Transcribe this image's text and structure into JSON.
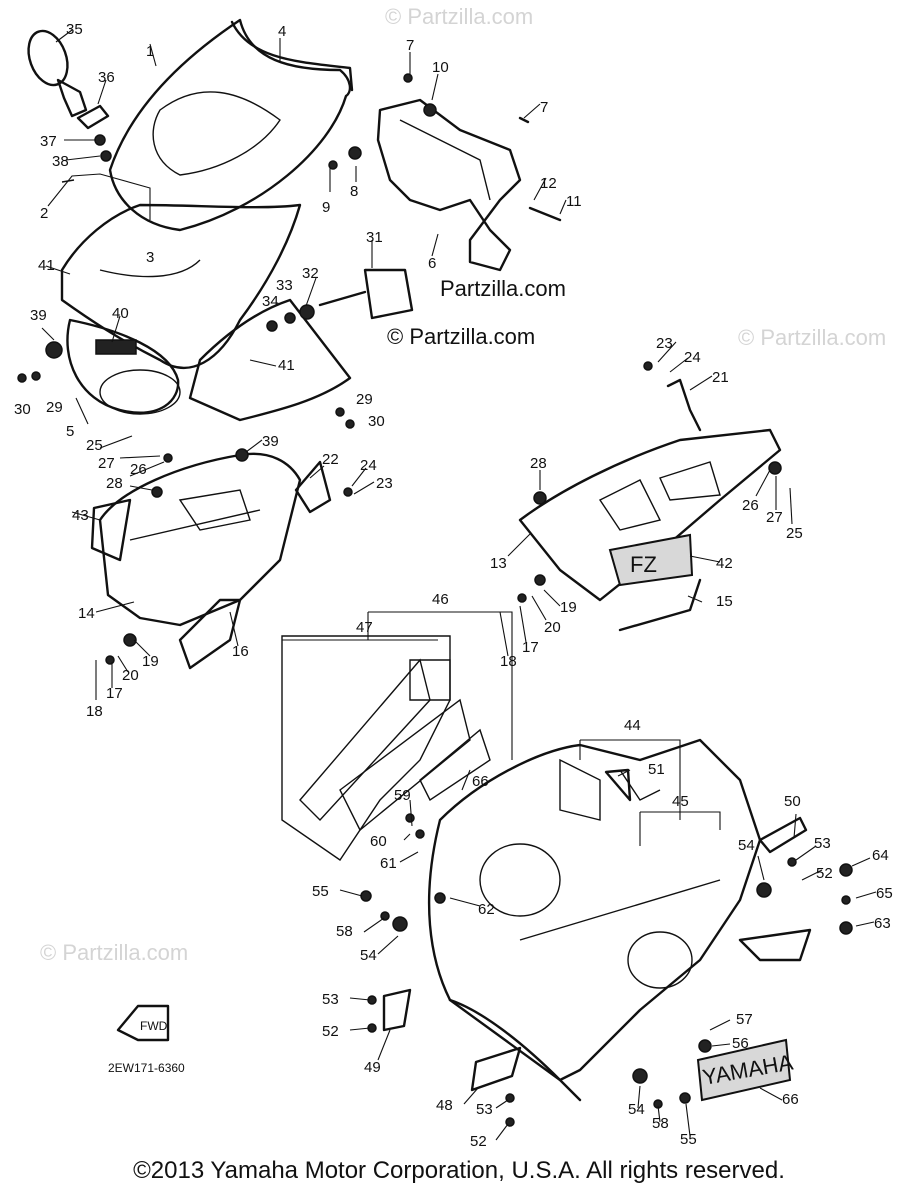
{
  "callouts": [
    "35",
    "4",
    "1",
    "7",
    "10",
    "7",
    "36",
    "37",
    "38",
    "9",
    "8",
    "12",
    "11",
    "2",
    "3",
    "6",
    "31",
    "41",
    "33",
    "32",
    "34",
    "39",
    "40",
    "41",
    "30",
    "29",
    "5",
    "29",
    "30",
    "25",
    "27",
    "26",
    "39",
    "22",
    "24",
    "23",
    "28",
    "43",
    "14",
    "19",
    "20",
    "17",
    "18",
    "16",
    "23",
    "24",
    "21",
    "28",
    "26",
    "27",
    "25",
    "13",
    "42",
    "19",
    "20",
    "17",
    "18",
    "15",
    "46",
    "47",
    "44",
    "51",
    "66",
    "59",
    "60",
    "61",
    "45",
    "50",
    "54",
    "53",
    "52",
    "64",
    "65",
    "63",
    "55",
    "62",
    "58",
    "54",
    "53",
    "52",
    "49",
    "57",
    "56",
    "48",
    "53",
    "52",
    "54",
    "58",
    "55",
    "66"
  ],
  "watermarks": [
    "© Partzilla.com",
    "© Partzilla.com",
    "© Partzilla.com"
  ],
  "center_mark": [
    "Partzilla.com",
    "© Partzilla.com"
  ],
  "fwd_label": "FWD",
  "drawing_code": "2EW171-6360",
  "yamaha_decal": "YAMAHA",
  "fz_decal": "FZ",
  "copyright": "©2013 Yamaha Motor Corporation, U.S.A. All rights reserved."
}
